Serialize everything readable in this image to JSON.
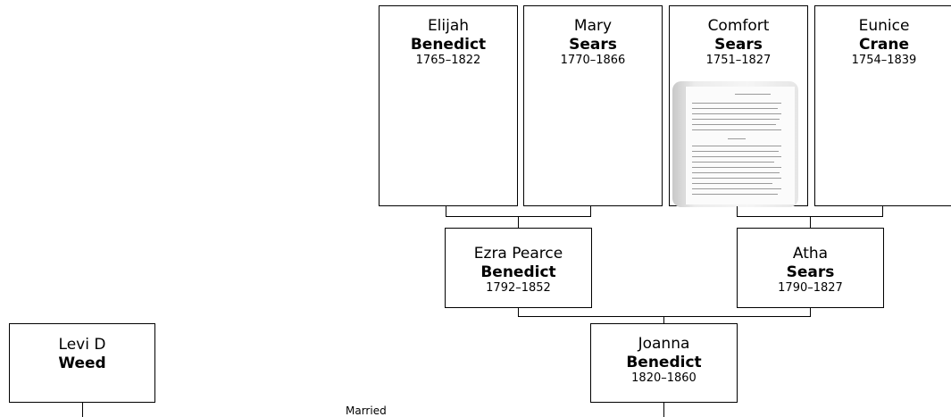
{
  "people": {
    "elijah": {
      "given": "Elijah",
      "surname": "Benedict",
      "dates": "1765–1822"
    },
    "mary": {
      "given": "Mary",
      "surname": "Sears",
      "dates": "1770–1866"
    },
    "comfort": {
      "given": "Comfort",
      "surname": "Sears",
      "dates": "1751–1827"
    },
    "eunice": {
      "given": "Eunice",
      "surname": "Crane",
      "dates": "1754–1839"
    },
    "ezra": {
      "given": "Ezra Pearce",
      "surname": "Benedict",
      "dates": "1792–1852"
    },
    "atha": {
      "given": "Atha",
      "surname": "Sears",
      "dates": "1790–1827"
    },
    "joanna": {
      "given": "Joanna",
      "surname": "Benedict",
      "dates": "1820–1860"
    },
    "levi": {
      "given": "Levi D",
      "surname": "Weed"
    }
  },
  "marriage_label": "Married",
  "colors": {
    "line": "#000000",
    "box_border": "#000000",
    "background": "#ffffff"
  }
}
